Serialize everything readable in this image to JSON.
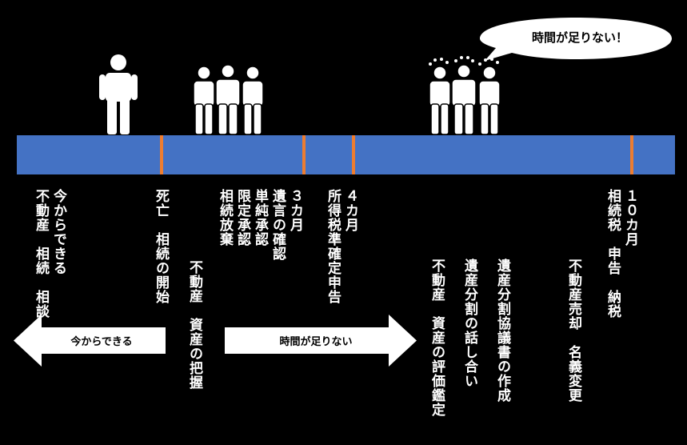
{
  "speech_bubble": {
    "text": "時間が足りない！"
  },
  "left_arrow": {
    "label": "今からできる"
  },
  "right_arrow": {
    "label": "時間が足りない"
  },
  "milestones": {
    "now": "今からできる\n不動産　相続　相談",
    "death": "死亡　相続の開始",
    "three_months": "３カ月\n遺言の確認\n単純承認\n限定承認\n相続放棄",
    "four_months": "４カ月\n所得税準確定申告",
    "ten_months": "１０カ月\n相続税　申告　納税"
  },
  "tasks": {
    "property_assets": "不動産　資産の把握",
    "property_valuation": "不動産　資産の評価鑑定",
    "estate_division": "遺産分割の話し合い",
    "division_agreement": "遺産分割協議書の作成",
    "property_sale": "不動産売却　名義変更"
  }
}
